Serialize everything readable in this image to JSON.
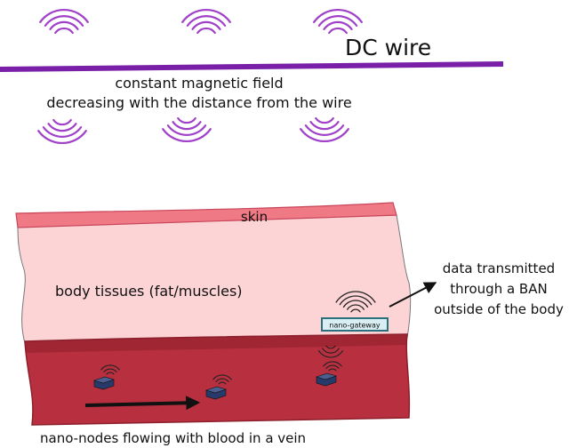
{
  "wire": {
    "label": "DC wire",
    "field_caption_line1": "constant magnetic field",
    "field_caption_line2": "decreasing with the distance from the wire"
  },
  "body": {
    "skin_label": "skin",
    "tissue_label": "body tissues (fat/muscles)",
    "gateway_label": "nano-gateway"
  },
  "ban": {
    "line1": "data transmitted",
    "line2": "through a BAN",
    "line3": "outside of the body"
  },
  "vein": {
    "caption": "nano-nodes flowing with blood in a vein"
  },
  "colors": {
    "wire": "#7a1fa8",
    "field_waves": "#a040c8",
    "skin": "#ef7a85",
    "skin_stroke": "#c8455a",
    "tissue": "#fcd4d6",
    "vein": "#b8303f",
    "vein_dark": "#8c1f2c",
    "node": "#283a6a",
    "gateway_fill": "#d9eef2",
    "gateway_stroke": "#2c6f7e"
  },
  "icons": [
    "field-wave-icon",
    "signal-wave-icon",
    "nano-node-icon",
    "flow-arrow-icon"
  ]
}
